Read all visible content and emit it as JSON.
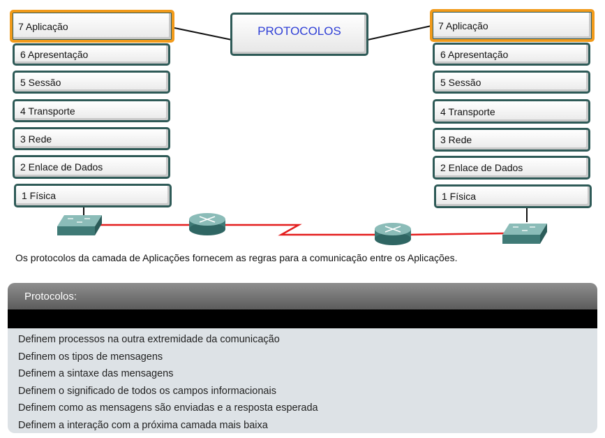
{
  "left_stack": [
    {
      "label": "7 Aplicação",
      "active": true
    },
    {
      "label": "6 Apresentação",
      "active": false
    },
    {
      "label": "5 Sessão",
      "active": false
    },
    {
      "label": "4 Transporte",
      "active": false
    },
    {
      "label": "3 Rede",
      "active": false
    },
    {
      "label": "2 Enlace de Dados",
      "active": false
    },
    {
      "label": "1 Física",
      "active": false
    }
  ],
  "right_stack": [
    {
      "label": "7 Aplicação",
      "active": true
    },
    {
      "label": "6 Apresentação",
      "active": false
    },
    {
      "label": "5 Sessão",
      "active": false
    },
    {
      "label": "4 Transporte",
      "active": false
    },
    {
      "label": "3 Rede",
      "active": false
    },
    {
      "label": "2 Enlace de Dados",
      "active": false
    },
    {
      "label": "1 Física",
      "active": false
    }
  ],
  "protocols_box": {
    "label": "PROTOCOLOS"
  },
  "caption": "Os protocolos da camada de Aplicações fornecem as regras para a comunicação entre os Aplicações.",
  "panel": {
    "title": "Protocolos:",
    "items": [
      "Definem processos na outra extremidade da comunicação",
      "Definem os tipos de mensagens",
      "Definem a sintaxe das mensagens",
      "Definem o significado de todos os campos informacionais",
      "Definem como as mensagens são enviadas e a resposta esperada",
      "Definem a interação com a próxima camada mais baixa"
    ]
  },
  "colors": {
    "highlight": "#f19a1a",
    "border": "#2e5a57",
    "link": "#e41e1e",
    "device": "#4e8a86",
    "protocols_text": "#2f3fd6"
  },
  "icons": [
    "switch-icon",
    "router-icon",
    "serial-link-icon"
  ]
}
